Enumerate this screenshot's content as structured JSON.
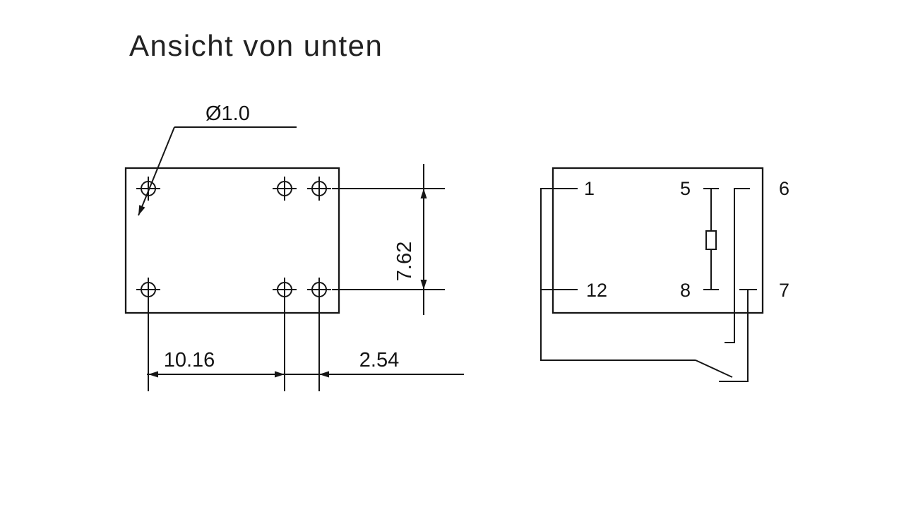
{
  "page": {
    "title": "Ansicht von unten",
    "background_color": "#ffffff",
    "ink_color": "#161616"
  },
  "footprint": {
    "hole_diameter_label": "Ø1.0",
    "row_spacing_label": "7.62",
    "pitch_left_label": "10.16",
    "pitch_right_label": "2.54"
  },
  "schematic": {
    "pin_labels": {
      "pin1": "1",
      "pin5": "5",
      "pin6": "6",
      "pin12": "12",
      "pin8": "8",
      "pin7": "7"
    }
  }
}
